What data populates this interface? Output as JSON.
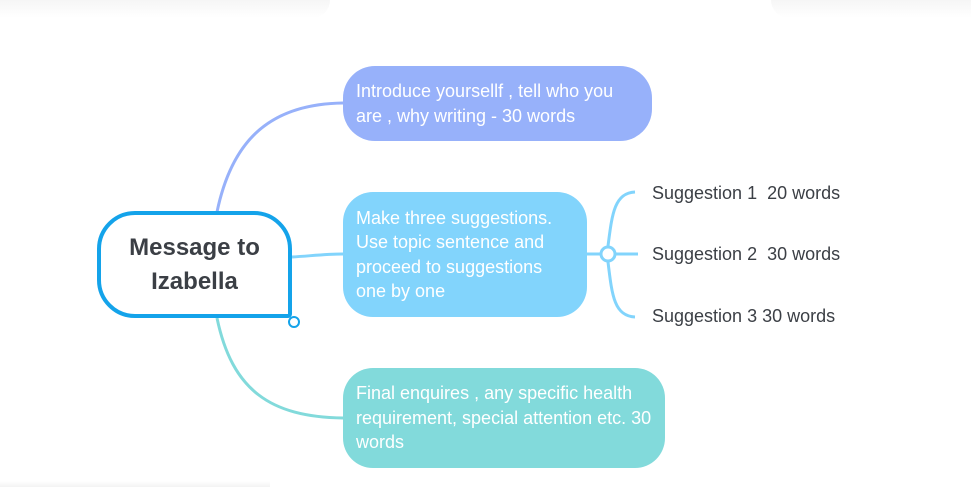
{
  "mindmap": {
    "root": {
      "label": "Message to Izabella",
      "color": "#14a3ea"
    },
    "topics": [
      {
        "label": "Introduce yoursellf , tell who you are , why writing - 30 words",
        "color": "#97b1fa"
      },
      {
        "label": "Make  three suggestions. Use topic sentence and proceed to suggestions one by one",
        "color": "#82d4fc",
        "subtopics": [
          {
            "label": "Suggestion 1  20 words"
          },
          {
            "label": "Suggestion 2  30 words"
          },
          {
            "label": "Suggestion 3 30 words"
          }
        ]
      },
      {
        "label": "Final enquires , any specific health requirement, special attention etc. 30 words",
        "color": "#82dadb"
      }
    ]
  }
}
